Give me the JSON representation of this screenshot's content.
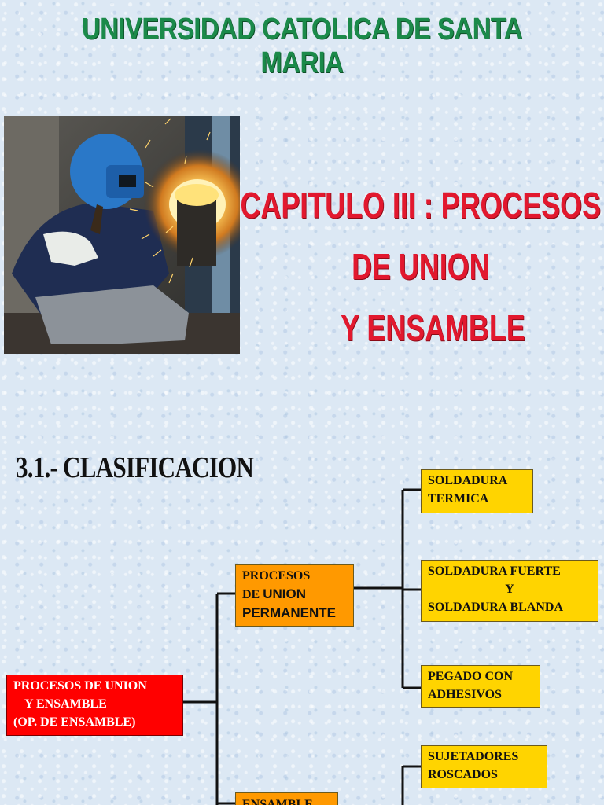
{
  "header": {
    "title": "UNIVERSIDAD CATOLICA DE SANTA MARIA"
  },
  "chapter": {
    "line1": "CAPITULO III : PROCESOS DE UNION",
    "line2": "Y ENSAMBLE"
  },
  "section": {
    "heading": "3.1.- CLASIFICACION"
  },
  "diagram": {
    "root": {
      "line1": "PROCESOS DE UNION",
      "line2": "Y ENSAMBLE",
      "line3": "(OP. DE ENSAMBLE)"
    },
    "permanent": {
      "line1": "PROCESOS",
      "line2a": "DE",
      "line2b": "UNION",
      "line3": "PERMANENTE"
    },
    "ensamble": {
      "label": "ENSAMBLE"
    },
    "leaves": {
      "soldadura_termica": {
        "line1": "SOLDADURA",
        "line2": "TERMICA"
      },
      "soldadura_fuerte": {
        "line1": "SOLDADURA FUERTE",
        "line2": "Y",
        "line3": "SOLDADURA BLANDA"
      },
      "pegado": {
        "line1": "PEGADO CON",
        "line2": "ADHESIVOS"
      },
      "sujetadores": {
        "line1": "SUJETADORES",
        "line2": "ROSCADOS"
      }
    }
  },
  "colors": {
    "header_green": "#1b8a4a",
    "chapter_red": "#e2182e",
    "leaf_yellow": "#ffd400",
    "node_orange": "#ff9900",
    "root_red": "#ff0000"
  }
}
